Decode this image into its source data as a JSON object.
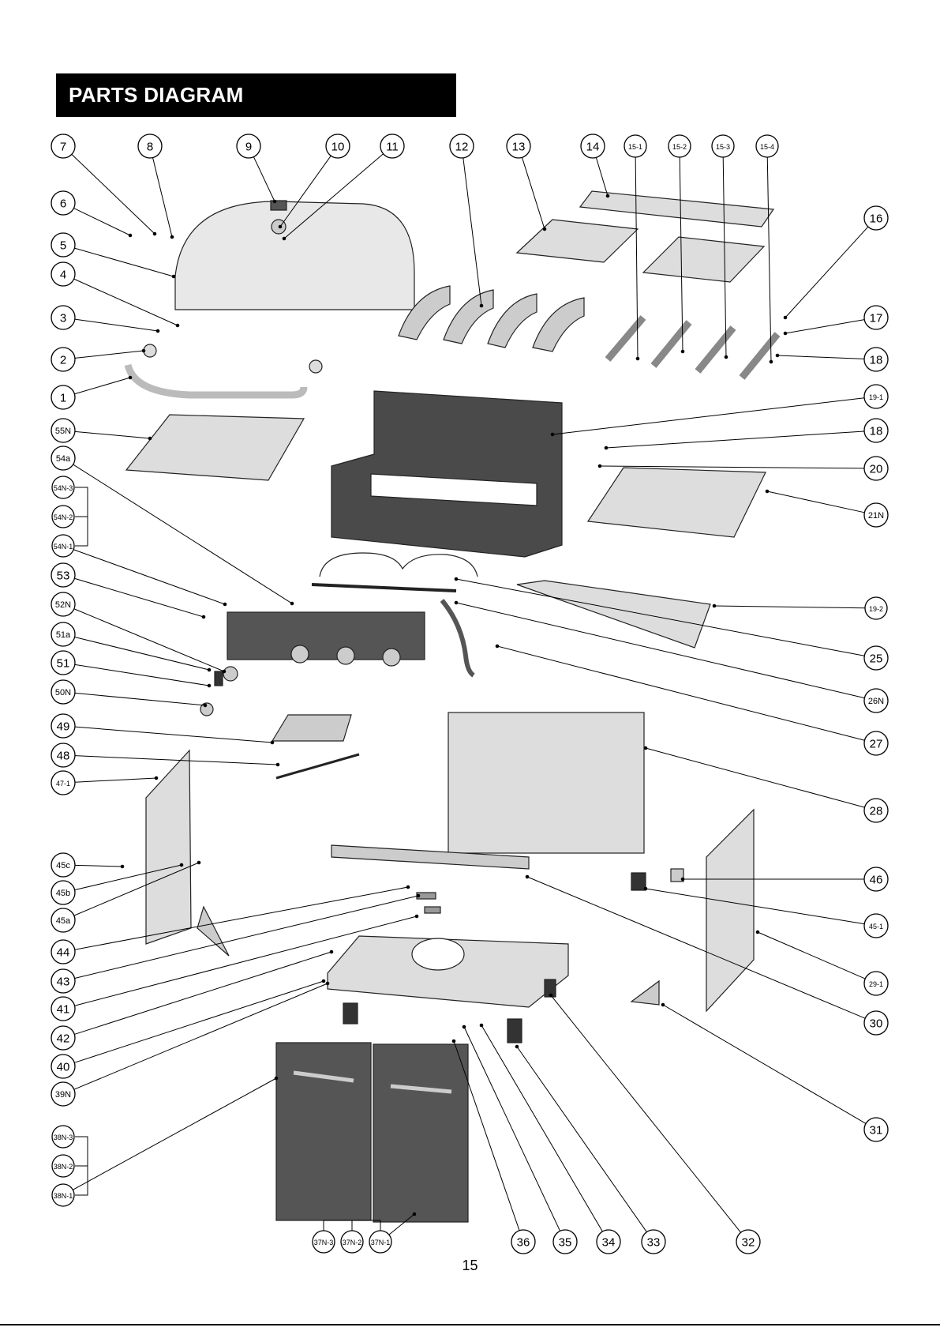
{
  "header": {
    "title": "PARTS DIAGRAM"
  },
  "page_number": "15",
  "callouts": [
    "7",
    "8",
    "9",
    "10",
    "11",
    "12",
    "13",
    "14",
    "15-1",
    "15-2",
    "15-3",
    "15-4",
    "16",
    "6",
    "5",
    "4",
    "3",
    "2",
    "1",
    "17",
    "18",
    "19-1",
    "18",
    "20",
    "55N",
    "54a",
    "54N-3",
    "54N-2",
    "54N-1",
    "21N",
    "53",
    "52N",
    "51a",
    "51",
    "50N",
    "19-2",
    "25",
    "26N",
    "27",
    "49",
    "48",
    "47-1",
    "28",
    "45c",
    "45b",
    "45a",
    "46",
    "45-1",
    "44",
    "43",
    "41",
    "42",
    "40",
    "39N",
    "29-1",
    "30",
    "31",
    "38N-3",
    "38N-2",
    "38N-1",
    "37N-3",
    "37N-2",
    "37N-1",
    "36",
    "35",
    "34",
    "33",
    "32"
  ],
  "colors": {
    "header_bg": "#000000",
    "header_text": "#ffffff",
    "line": "#000000"
  }
}
